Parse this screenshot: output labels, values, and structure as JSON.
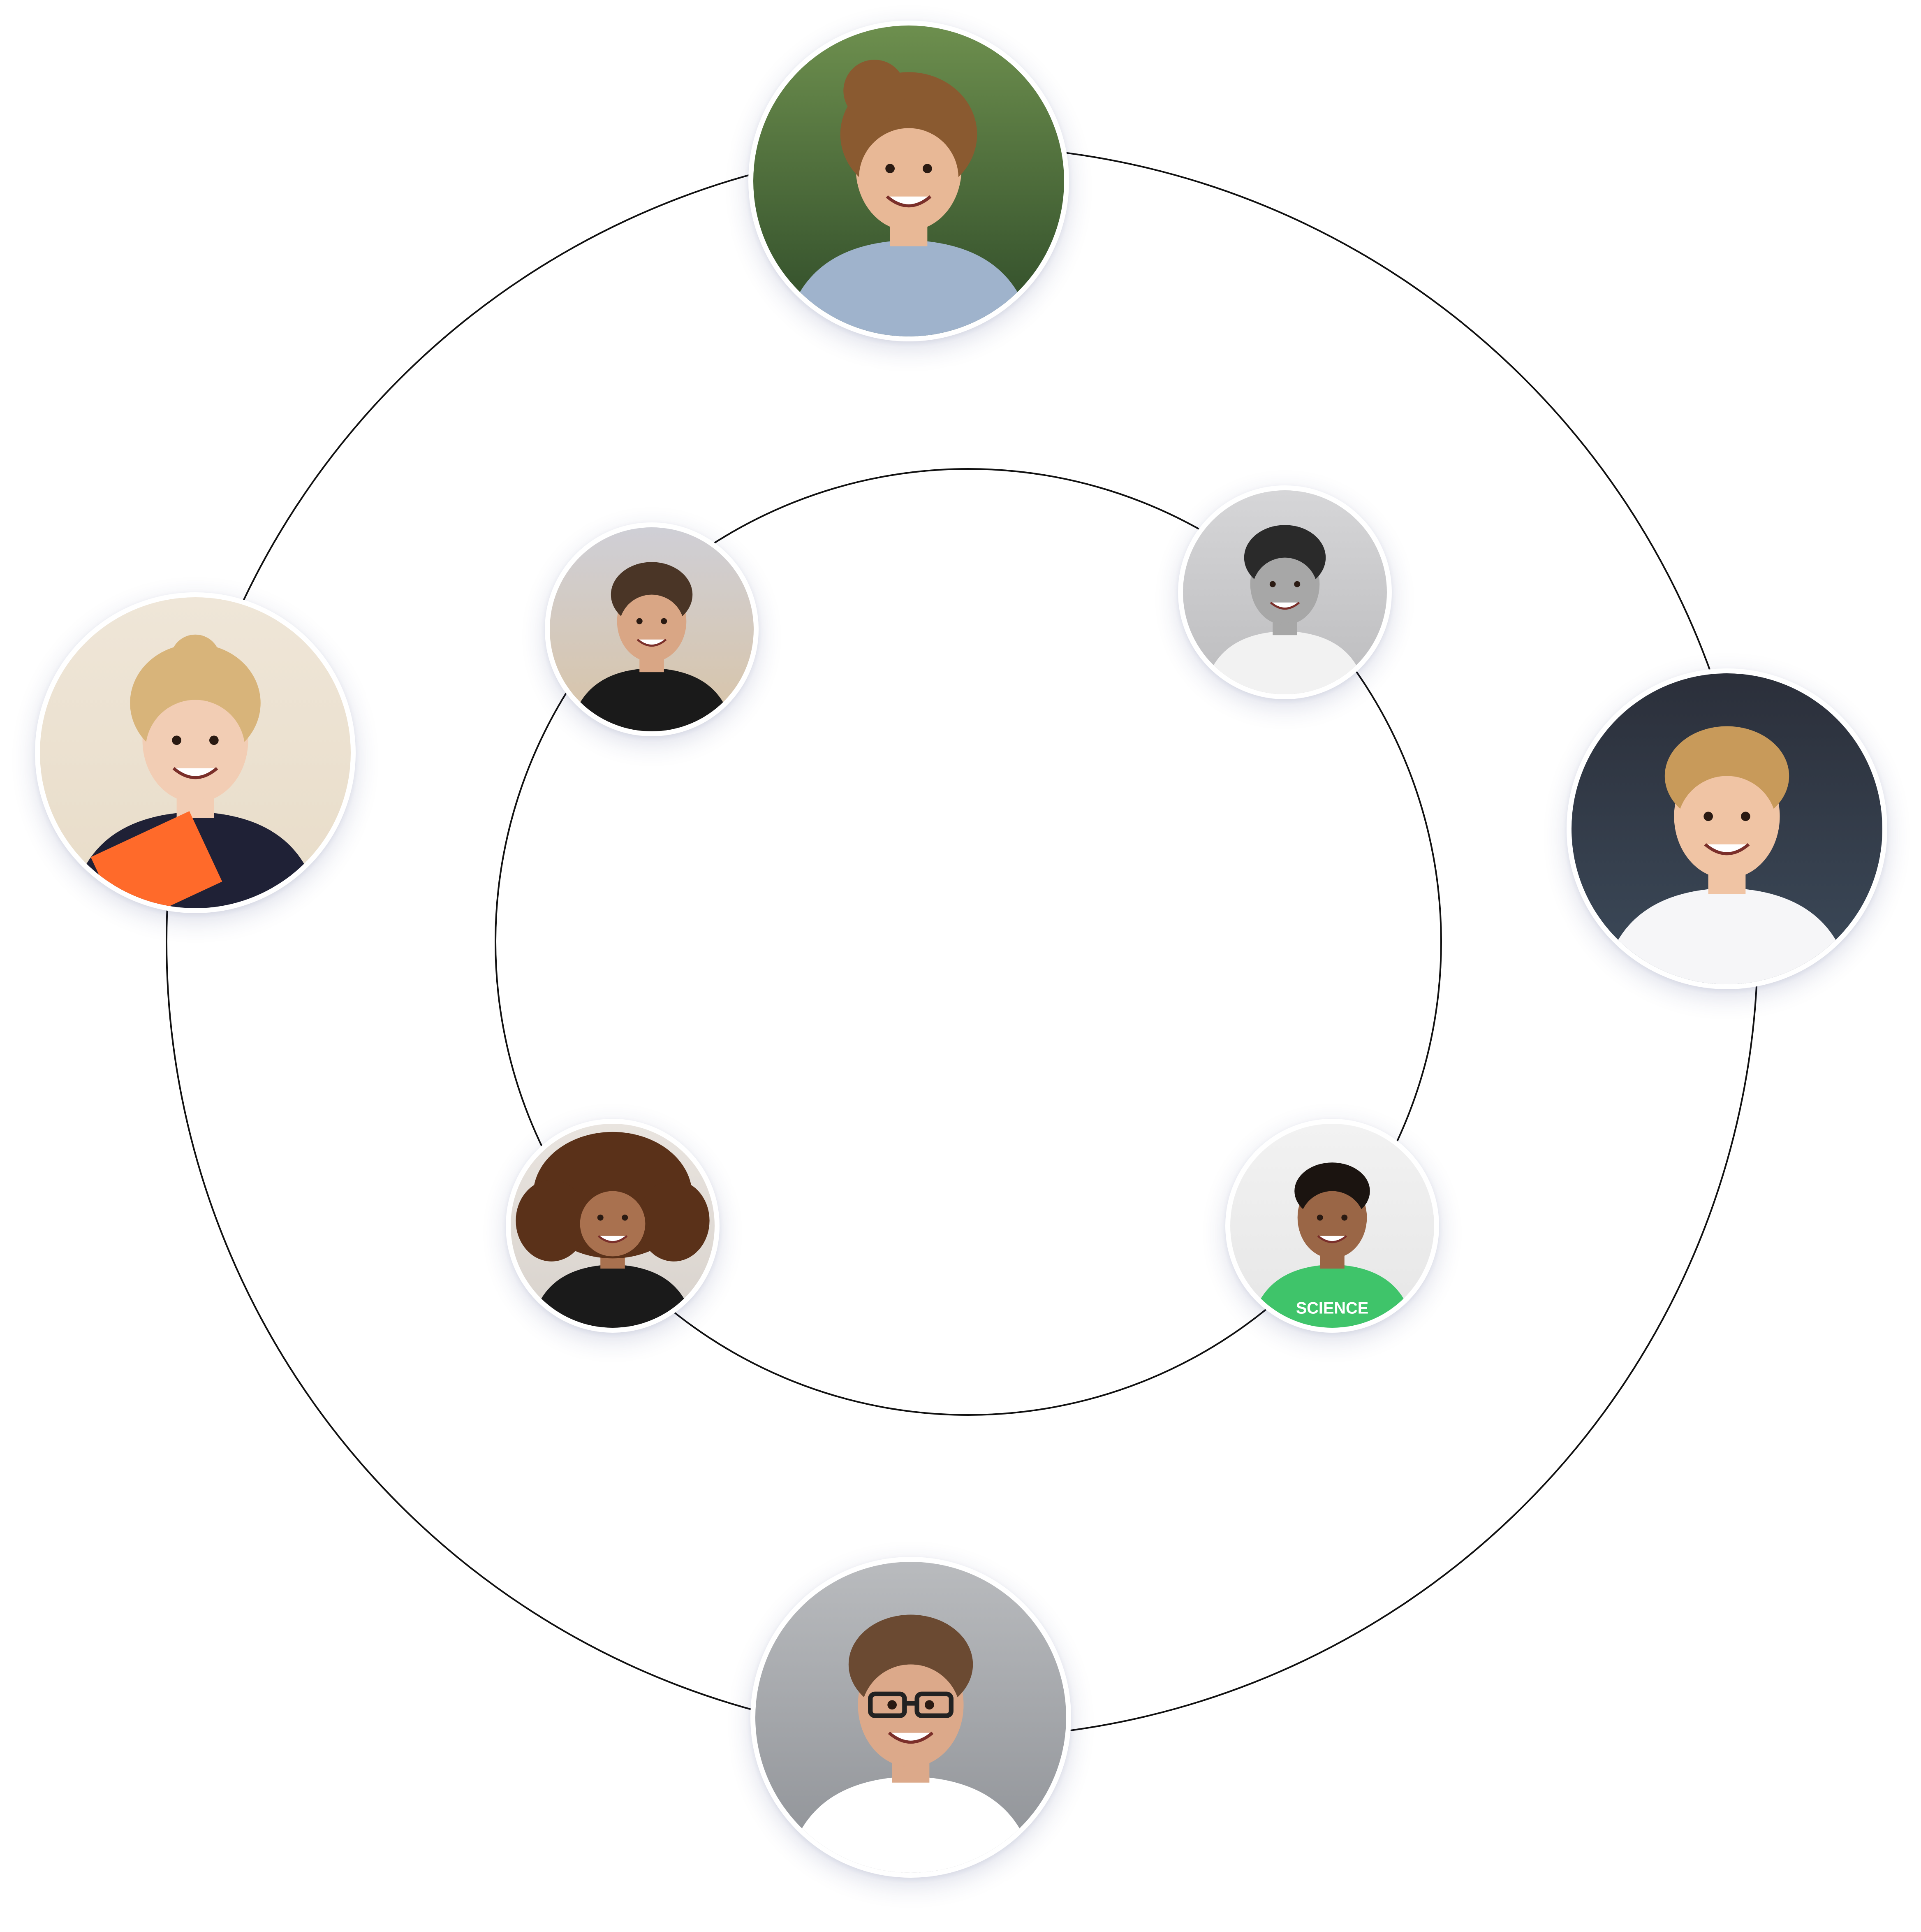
{
  "scene": {
    "background_color": "#ffffff",
    "ring_color": "#111111",
    "avatar_border_color": "#ffffff"
  },
  "rings": [
    {
      "name": "outer-orbit-ring"
    },
    {
      "name": "inner-orbit-ring"
    }
  ],
  "avatars": [
    {
      "name": "avatar-woman-top-forest",
      "ring": "outer",
      "bg_top": "#6d8f4e",
      "bg_bottom": "#2e4a28",
      "skin": "#e8b896",
      "hair": "#8a5a30",
      "shirt": "#9fb3cc",
      "hair_style": "bun"
    },
    {
      "name": "avatar-woman-left-orange-folder",
      "ring": "outer",
      "bg_top": "#efe6d8",
      "bg_bottom": "#e8dcc8",
      "skin": "#f2cdb4",
      "hair": "#d8b47a",
      "shirt": "#1f2136",
      "accent": "#ff6a2a",
      "hair_style": "updo"
    },
    {
      "name": "avatar-man-right-white-shirt",
      "ring": "outer",
      "bg_top": "#2b2f3a",
      "bg_bottom": "#3c4a5a",
      "skin": "#f0c4a4",
      "hair": "#c89a5a",
      "shirt": "#f6f6f8",
      "hair_style": "short"
    },
    {
      "name": "avatar-man-bottom-glasses",
      "ring": "outer",
      "bg_top": "#b9bbbe",
      "bg_bottom": "#8e9196",
      "skin": "#dca98a",
      "hair": "#6b4a32",
      "shirt": "#ffffff",
      "hair_style": "short",
      "glasses": true
    },
    {
      "name": "avatar-woman-inner-beach",
      "ring": "inner",
      "bg_top": "#cfcfd6",
      "bg_bottom": "#d9c4a6",
      "skin": "#d9a685",
      "hair": "#4a3526",
      "shirt": "#1a1a1a",
      "hair_style": "short"
    },
    {
      "name": "avatar-man-inner-monochrome",
      "ring": "inner",
      "bg_top": "#d6d6d8",
      "bg_bottom": "#bcbcbe",
      "skin": "#a7a7a7",
      "hair": "#2a2a2a",
      "shirt": "#f2f2f2",
      "hair_style": "short"
    },
    {
      "name": "avatar-woman-inner-curly-hair",
      "ring": "inner",
      "bg_top": "#e9e4df",
      "bg_bottom": "#d8d2cc",
      "skin": "#a9714f",
      "hair": "#5a3119",
      "shirt": "#1a1a1a",
      "hair_style": "curly"
    },
    {
      "name": "avatar-man-inner-green-tshirt",
      "ring": "inner",
      "bg_top": "#f2f2f2",
      "bg_bottom": "#e6e6e6",
      "skin": "#9a6646",
      "hair": "#1b1410",
      "shirt": "#3fc46a",
      "hair_style": "buzz",
      "shirt_text": "SCIENCE"
    }
  ]
}
